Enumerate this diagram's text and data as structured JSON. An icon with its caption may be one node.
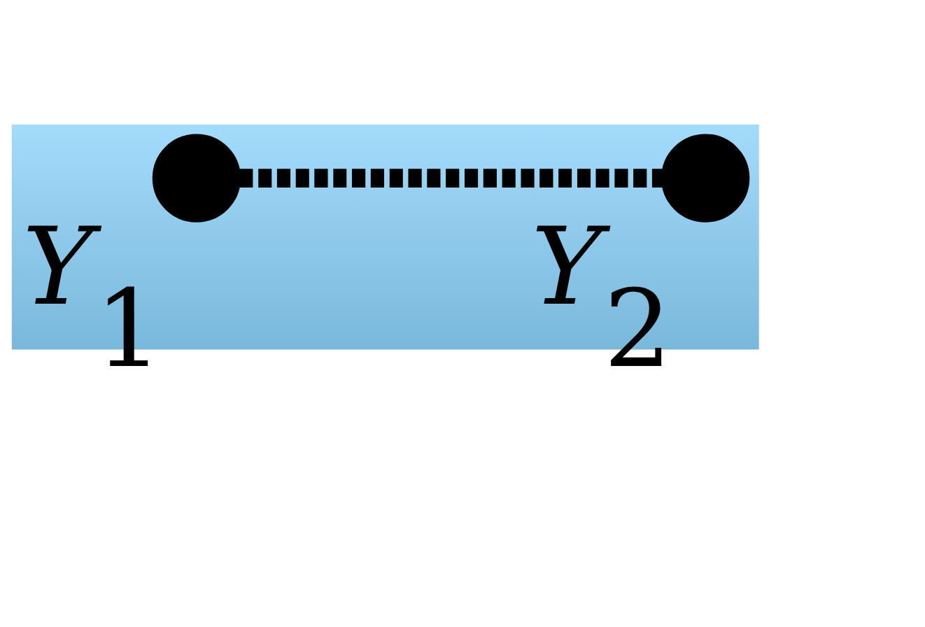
{
  "diagram": {
    "nodes": [
      {
        "text": [],
        "shape": "circle",
        "beside": [
          "Y$_{1}$"
        ]
      },
      {
        "text": [],
        "shape": "circle",
        "beside": [
          "Y$_{2}$"
        ]
      }
    ],
    "edges": [
      {
        "from": 0,
        "to": 1,
        "arrow": "none",
        "style": "dashed"
      }
    ]
  }
}
